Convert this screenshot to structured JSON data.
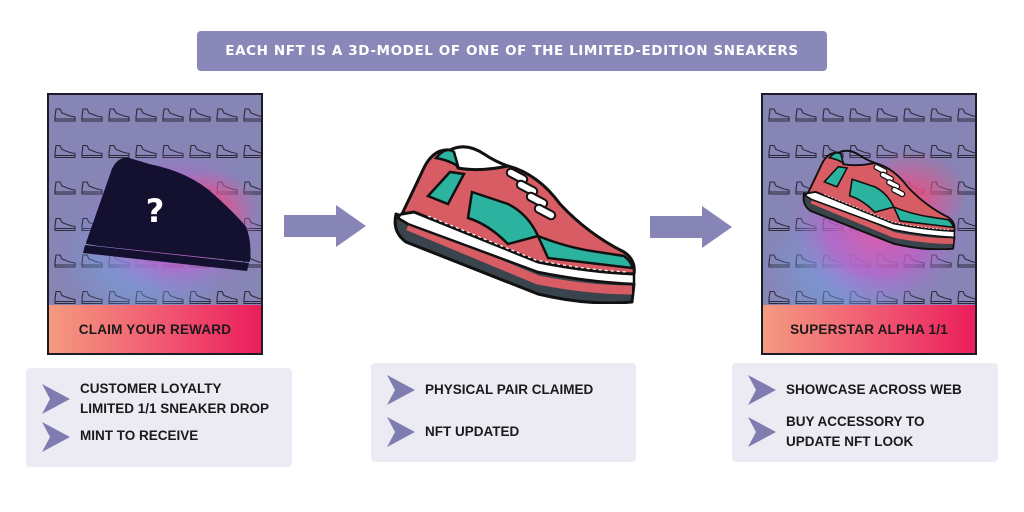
{
  "banner": {
    "text": "EACH NFT IS A 3D-MODEL OF ONE OF THE LIMITED-EDITION SNEAKERS"
  },
  "colors": {
    "banner": "#8a88b8",
    "card_bg": "#8784b6",
    "label_gradient_start": "#f59a80",
    "label_gradient_end": "#ea1e5c",
    "info_bg": "#ecebf3",
    "bullet": "#7f7cb0",
    "shoe_teal": "#2bb39f",
    "shoe_red": "#d85c63",
    "shoe_sole": "#3a444c"
  },
  "left_card": {
    "label": "CLAIM YOUR REWARD",
    "mystery_mark": "?"
  },
  "right_card": {
    "label": "SUPERSTAR ALPHA 1/1"
  },
  "left_info": {
    "items": [
      {
        "text": "CUSTOMER LOYALTY\nLIMITED 1/1 SNEAKER DROP"
      },
      {
        "text": "MINT TO RECEIVE"
      }
    ]
  },
  "center_info": {
    "items": [
      {
        "text": "PHYSICAL PAIR CLAIMED"
      },
      {
        "text": "NFT UPDATED"
      }
    ]
  },
  "right_info": {
    "items": [
      {
        "text": "SHOWCASE ACROSS WEB"
      },
      {
        "text": "BUY ACCESSORY TO\nUPDATE NFT LOOK"
      }
    ]
  },
  "icons": {
    "card_pattern": "sneaker-outline-icon",
    "flow_arrow": "arrow-right-icon",
    "bullet": "triangle-bullet-icon"
  }
}
